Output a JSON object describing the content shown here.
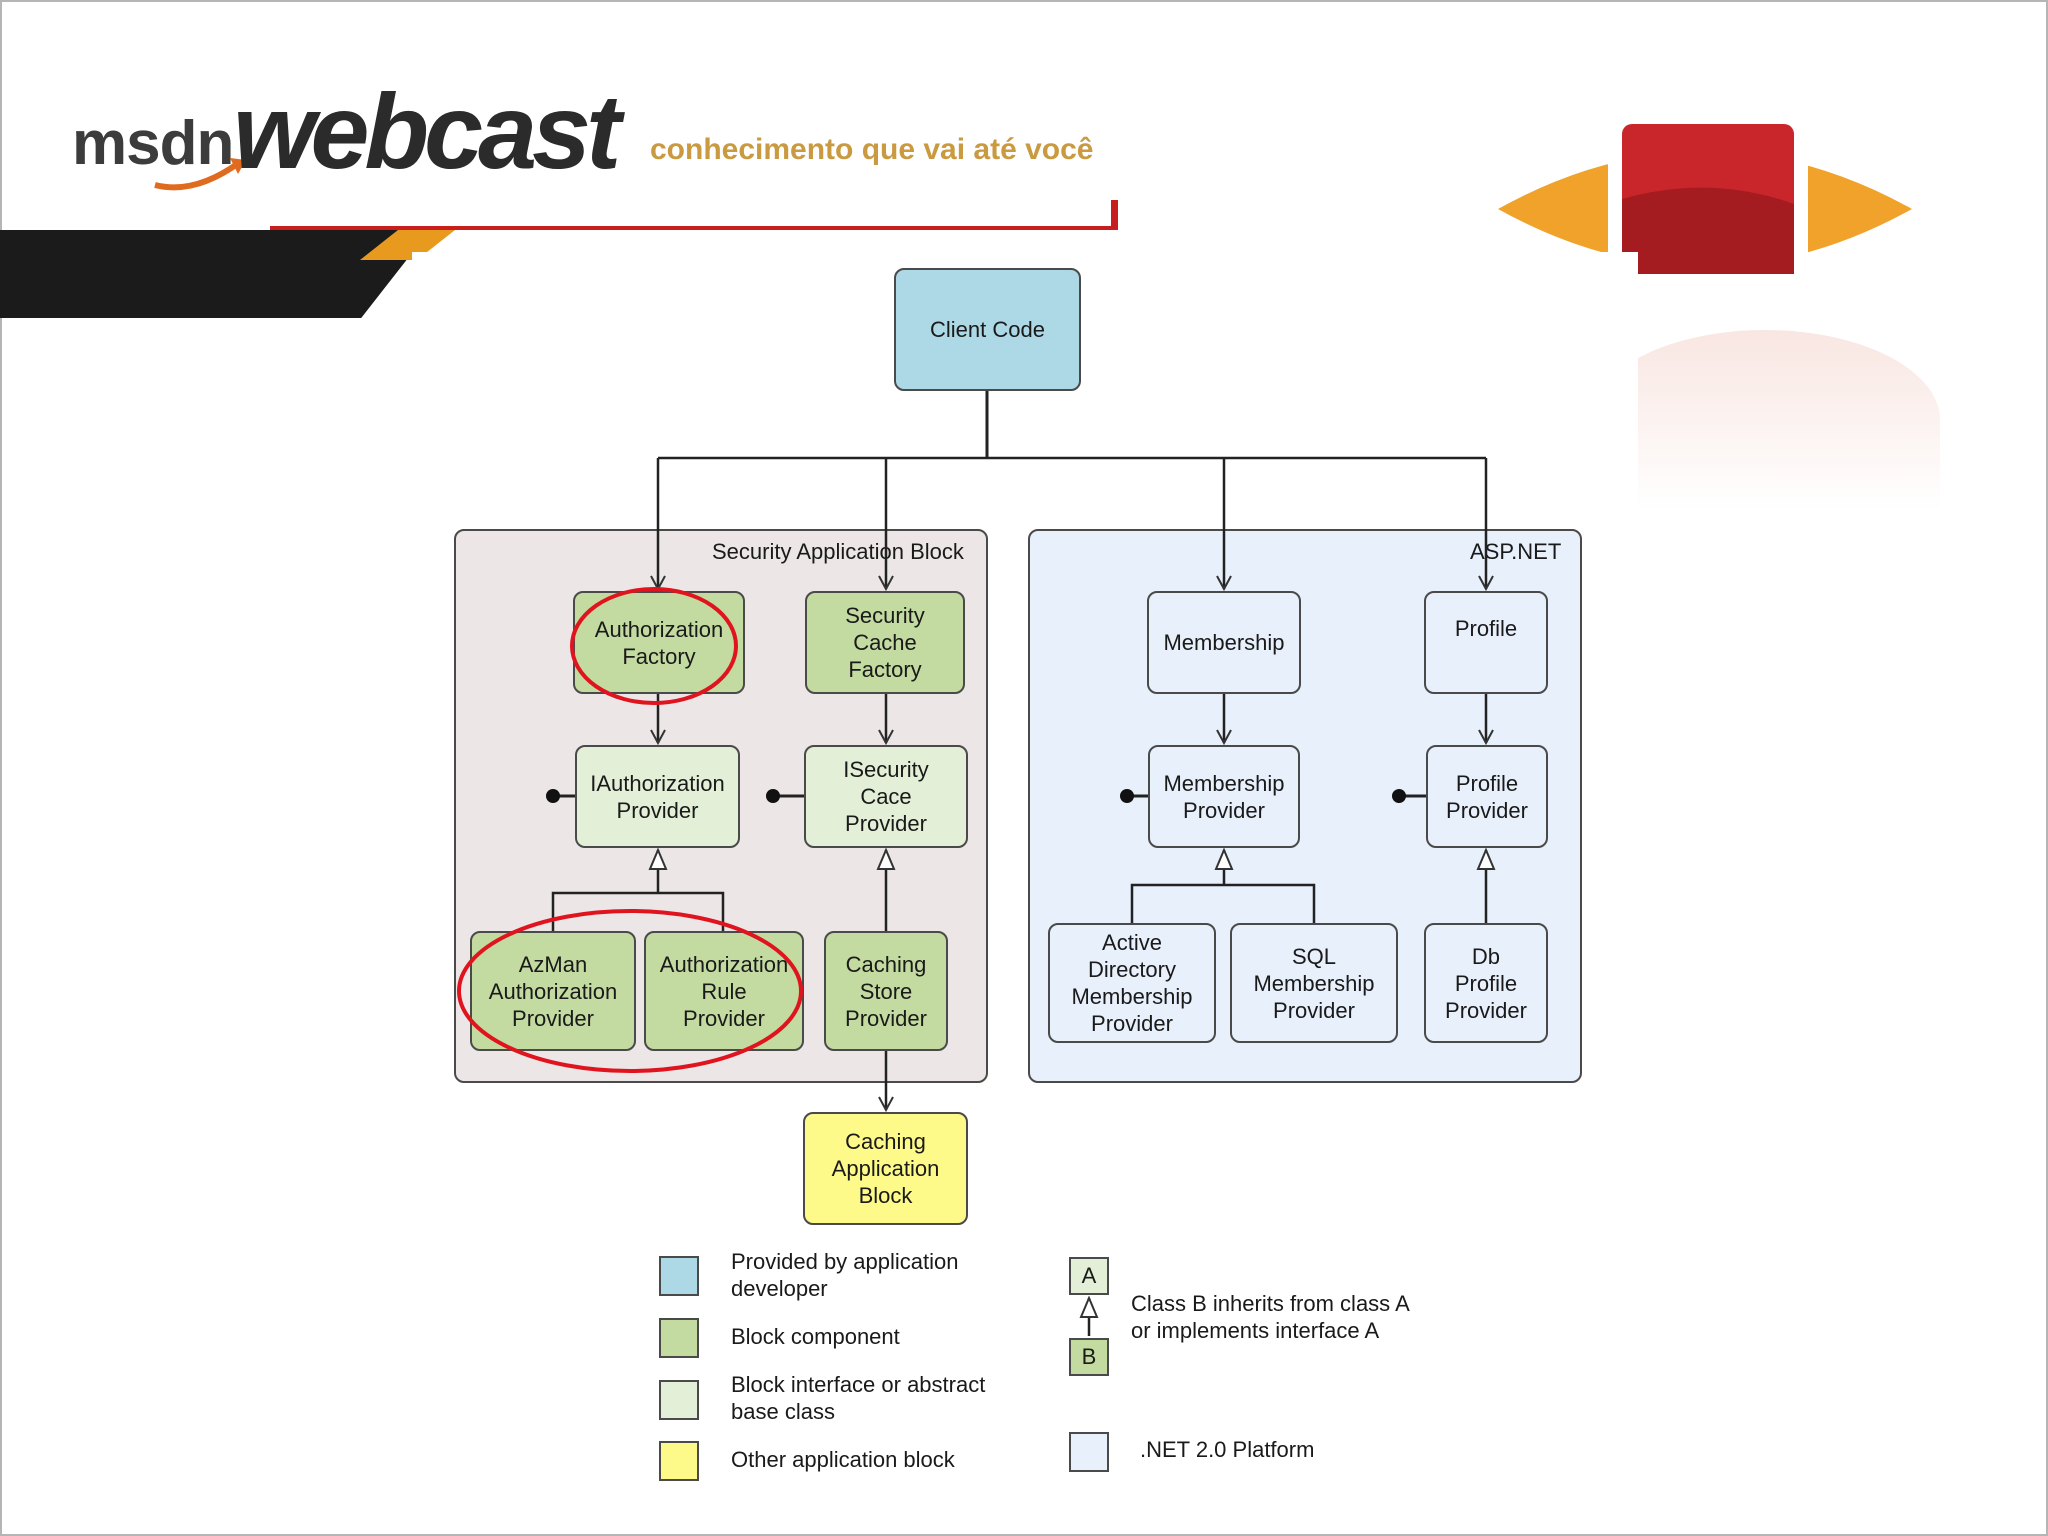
{
  "header": {
    "logo_msdn": "msdn",
    "logo_webcast": "webcast",
    "tagline": "conhecimento que vai até você"
  },
  "diagram": {
    "client_code": "Client Code",
    "security_block": {
      "title": "Security Application Block",
      "authorization_factory": "Authorization\nFactory",
      "security_cache_factory": "Security\nCache\nFactory",
      "iauthorization_provider": "IAuthorization\nProvider",
      "isecurity_cace_provider": "ISecurity\nCace\nProvider",
      "azman_provider": "AzMan\nAuthorization\nProvider",
      "authorization_rule_provider": "Authorization\nRule\nProvider",
      "caching_store_provider": "Caching\nStore\nProvider"
    },
    "aspnet": {
      "title": "ASP.NET",
      "membership": "Membership",
      "profile": "Profile",
      "membership_provider": "Membership\nProvider",
      "profile_provider": "Profile\nProvider",
      "ad_membership_provider": "Active\nDirectory\nMembership\nProvider",
      "sql_membership_provider": "SQL\nMembership\nProvider",
      "db_profile_provider": "Db\nProfile\nProvider"
    },
    "caching_block": "Caching\nApplication\nBlock"
  },
  "legend": {
    "provided_by_developer": "Provided by application\ndeveloper",
    "block_component": "Block component",
    "block_interface": "Block interface or abstract\nbase class",
    "other_block": "Other application block",
    "inherit_a": "A",
    "inherit_b": "B",
    "inherit_text": "Class B inherits from class A\nor implements interface A",
    "platform": ".NET 2.0 Platform"
  },
  "colors": {
    "developer": "#add8e6",
    "block_component": "#c3dba0",
    "block_interface": "#e3efd6",
    "other_block": "#fdfa8a",
    "platform": "#e8f0fc",
    "highlight": "#e0141e"
  }
}
